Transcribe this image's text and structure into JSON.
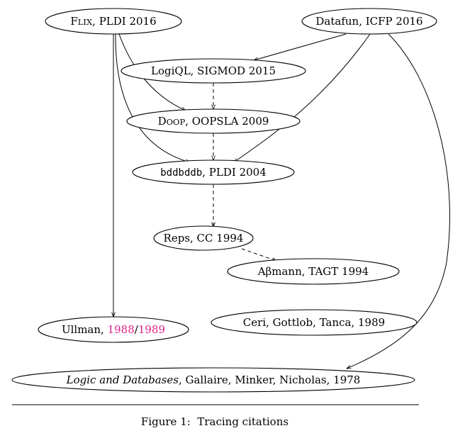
{
  "nodes": {
    "flix": {
      "name_first": "F",
      "name_rest": "LIX",
      "venue": ", PLDI 2016"
    },
    "datafun": {
      "label": "Datafun, ICFP 2016"
    },
    "logiql": {
      "label": "LogiQL, SIGMOD 2015"
    },
    "doop": {
      "name_first": "D",
      "name_rest": "OOP",
      "venue": ", OOPSLA 2009"
    },
    "bddbddb": {
      "name": "bddbddb",
      "venue": ", PLDI 2004"
    },
    "reps": {
      "label": "Reps, CC 1994"
    },
    "assmann": {
      "label": "Aβmann, TAGT 1994"
    },
    "ullman": {
      "prefix": "Ullman, ",
      "year1": "1988",
      "sep": "/",
      "year2": "1989"
    },
    "ceri": {
      "label": "Ceri, Gottlob, Tanca, 1989"
    },
    "logic_db": {
      "title": "Logic and Databases",
      "rest": ", Gallaire, Minker, Nicholas, 1978"
    }
  },
  "edges": [
    {
      "from": "flix",
      "to": "ullman",
      "style": "solid"
    },
    {
      "from": "flix",
      "to": "doop",
      "style": "solid"
    },
    {
      "from": "flix",
      "to": "bddbddb",
      "style": "solid"
    },
    {
      "from": "datafun",
      "to": "logiql",
      "style": "solid"
    },
    {
      "from": "datafun",
      "to": "bddbddb",
      "style": "solid"
    },
    {
      "from": "datafun",
      "to": "logic_db",
      "style": "solid"
    },
    {
      "from": "logiql",
      "to": "doop",
      "style": "dashed"
    },
    {
      "from": "doop",
      "to": "bddbddb",
      "style": "dashed"
    },
    {
      "from": "bddbddb",
      "to": "reps",
      "style": "dashed"
    },
    {
      "from": "reps",
      "to": "assmann",
      "style": "dashed"
    }
  ],
  "caption": "Figure 1:  Tracing citations",
  "colors": {
    "line": "#000000",
    "highlight_years": "#e0218a",
    "background": "#ffffff"
  }
}
